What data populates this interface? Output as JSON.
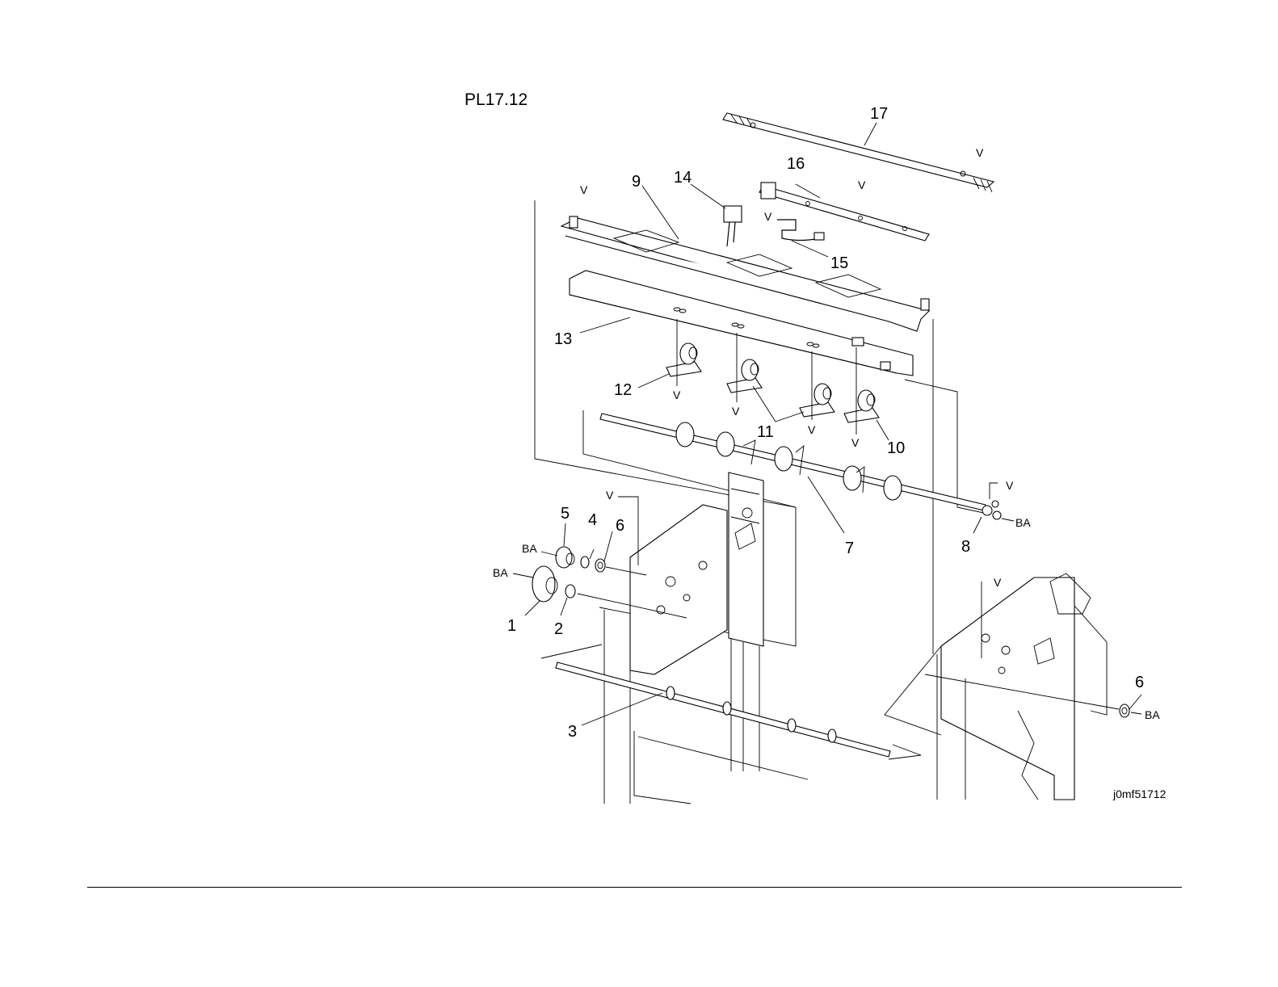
{
  "plate_label": "PL17.12",
  "figure_id": "j0mf51712",
  "callouts": [
    "1",
    "2",
    "3",
    "4",
    "5",
    "6",
    "7",
    "8",
    "9",
    "10",
    "11",
    "12",
    "13",
    "14",
    "15",
    "16",
    "17"
  ],
  "callout_6_b": "6",
  "marks": {
    "v": "V",
    "ba": "BA"
  }
}
